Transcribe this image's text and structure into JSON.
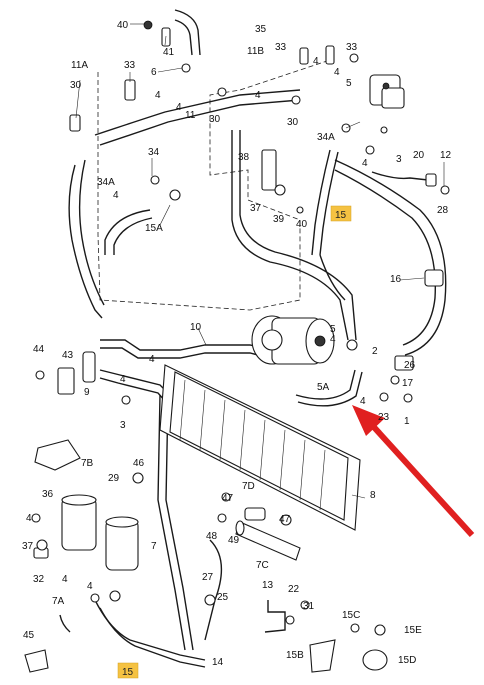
{
  "callouts": {
    "c40": "40",
    "c35": "35",
    "c41": "41",
    "c11B": "11B",
    "c6": "6",
    "c33a": "33",
    "c4a": "4",
    "c33b": "33",
    "c4b": "4",
    "c5": "5",
    "c11A": "11A",
    "c30a": "30",
    "c33c": "33",
    "c4c": "4",
    "c4d": "4",
    "c11": "11",
    "c30b": "30",
    "c4e": "4",
    "c30c": "30",
    "c34A": "34A",
    "c3a": "3",
    "c20": "20",
    "c12": "12",
    "c34": "34",
    "c34Ab": "34A",
    "c38": "38",
    "c4f": "4",
    "c4g": "4",
    "c37": "37",
    "c39": "39",
    "c28": "28",
    "c40b": "40",
    "c15A": "15A",
    "c16": "16",
    "c10": "10",
    "c5b": "5",
    "c4h": "4",
    "c44": "44",
    "c43": "43",
    "c4i": "4",
    "c2": "2",
    "c26": "26",
    "c5A": "5A",
    "c17": "17",
    "c9": "9",
    "c4j": "4",
    "c4k": "4",
    "c23": "23",
    "c3b": "3",
    "c1": "1",
    "c7B": "7B",
    "c46": "46",
    "c29": "29",
    "c8": "8",
    "c36": "36",
    "c47a": "47",
    "c7D": "7D",
    "c4l": "4",
    "c48": "48",
    "c47b": "47",
    "c37b": "37",
    "c7": "7",
    "c49": "49",
    "c7C": "7C",
    "c32": "32",
    "c4m": "4",
    "c27": "27",
    "c7A": "7A",
    "c4n": "4",
    "c13": "13",
    "c22": "22",
    "c31": "31",
    "c15C": "15C",
    "c25": "25",
    "c45": "45",
    "c15E": "15E",
    "c15B": "15B",
    "c15D": "15D",
    "c14": "14",
    "c15hl1": "15",
    "c15hl2": "15"
  }
}
